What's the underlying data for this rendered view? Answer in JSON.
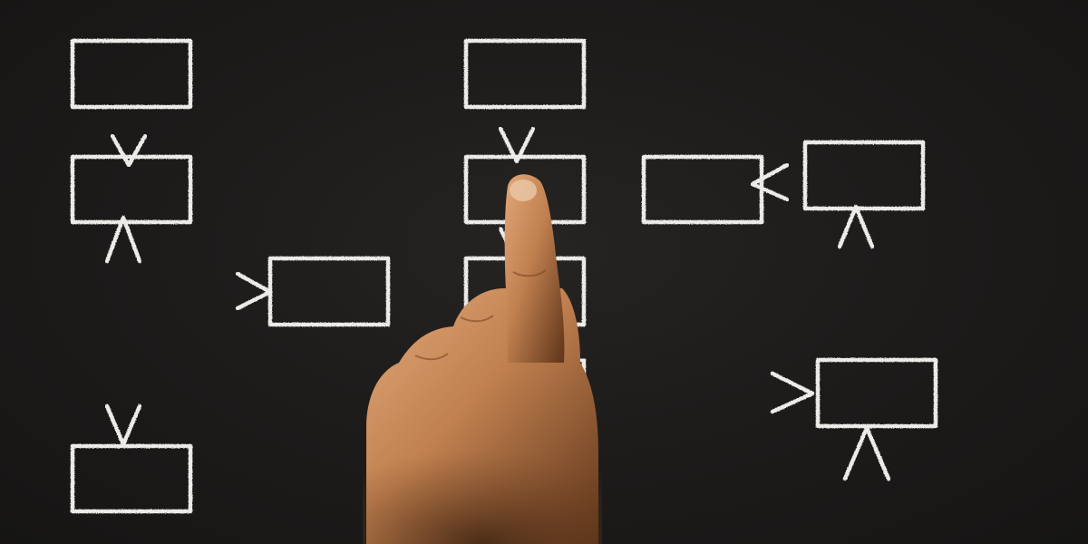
{
  "scene": {
    "description_free": true,
    "colors": {
      "board": "#1e1c1b",
      "chalk": "#ecebe8",
      "skin_light": "#d79a6a",
      "skin_mid": "#b8764a",
      "skin_dark": "#6b3f22"
    },
    "flowchart": {
      "box_count": 11,
      "boxes": [
        {
          "name": "box-top-left"
        },
        {
          "name": "box-left-middle"
        },
        {
          "name": "box-bottom-left"
        },
        {
          "name": "box-center-left"
        },
        {
          "name": "box-top-center"
        },
        {
          "name": "box-center"
        },
        {
          "name": "box-center-lower"
        },
        {
          "name": "box-center-bottom"
        },
        {
          "name": "box-right-middle"
        },
        {
          "name": "box-top-right"
        },
        {
          "name": "box-bottom-right"
        }
      ]
    },
    "hand": {
      "gesture": "pointing-index-finger"
    }
  }
}
